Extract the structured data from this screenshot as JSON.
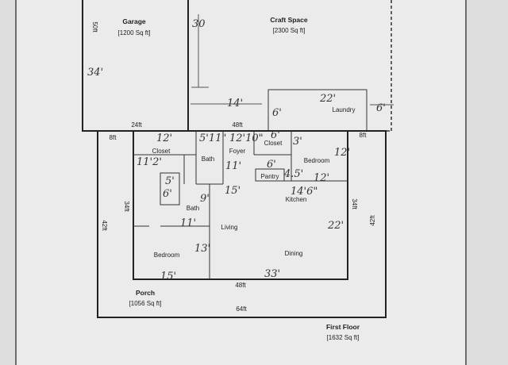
{
  "labels": {
    "garage": "Garage",
    "garage_area": "[1200 Sq ft]",
    "craft": "Craft Space",
    "craft_area": "[2300 Sq ft]",
    "laundry": "Laundry",
    "closet_left": "Closet",
    "foyer": "Foyer",
    "closet_right": "Closet",
    "bath_top": "Bath",
    "bedroom_right": "Bedroom",
    "pantry": "Pantry",
    "kitchen": "Kitchen",
    "bath_left": "Bath",
    "living": "Living",
    "bedroom_left": "Bedroom",
    "dining": "Dining",
    "porch": "Porch",
    "porch_area": "[1056 Sq ft]",
    "first_floor": "First Floor",
    "first_floor_area": "[1632 Sq ft]"
  },
  "dimensions": {
    "garage_depth": "50ft",
    "garage_width": "24ft",
    "craft_width": "48ft",
    "porch_left_8": "8ft",
    "porch_right_8": "8ft",
    "porch_depth": "42ft",
    "porch_depth_right": "42ft",
    "house_depth": "34ft",
    "house_depth_right": "34ft",
    "house_width": "48ft",
    "porch_width": "64ft"
  },
  "handwritten": {
    "h30": "30",
    "h34": "34'",
    "h14": "14'",
    "h6a": "6'",
    "h22a": "22'",
    "h6b": "6'",
    "h12a": "12'",
    "h5_11": "5'11\"",
    "h12_10": "12'10\"",
    "h6c": "6'",
    "h3": "3'",
    "h12b": "12'",
    "h11_5": "11'2'",
    "h11": "11'",
    "h6d": "6'",
    "h4_5": "4.5'",
    "h12c": "12'",
    "h5": "5'",
    "h6e": "6'",
    "h9": "9'",
    "h15a": "15'",
    "h14_6": "14'6\"",
    "h22b": "22'",
    "h11b": "11'",
    "h13": "13'",
    "h15b": "15'",
    "h33": "33'"
  }
}
